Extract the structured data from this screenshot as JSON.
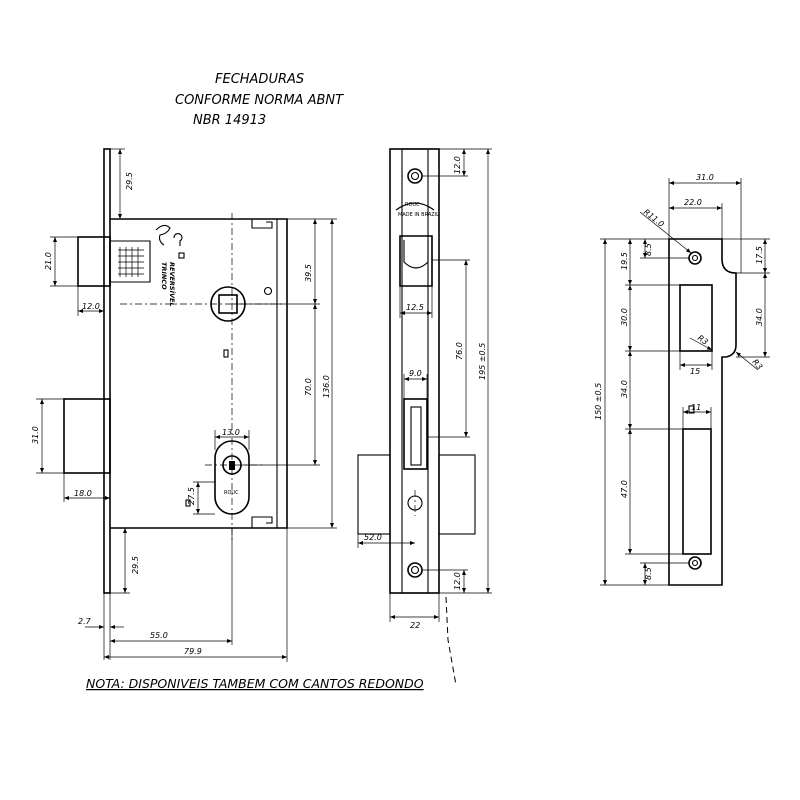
{
  "title": {
    "line1": "FECHADURAS",
    "line2": "CONFORME NORMA ABNT",
    "line3": "NBR 14913"
  },
  "note": "NOTA: DISPONIVEIS TAMBEM COM CANTOS REDONDO",
  "body_labels": {
    "trinco": "TRINCO",
    "reversivel": "REVERSÍVEL"
  },
  "brand": {
    "name": "ROUC",
    "made_in": "MADE IN BRAZIL"
  },
  "side_view_dims": {
    "d_29_5_top": "29.5",
    "d_21_0": "21.0",
    "d_12_0": "12.0",
    "d_39_5": "39.5",
    "d_136_0": "136.0",
    "d_70_0": "70.0",
    "d_31_0": "31.0",
    "d_18_0": "18.0",
    "d_13_0": "13.0",
    "d_27_5": "27.5",
    "d_29_5_bottom": "29.5",
    "d_2_7": "2.7",
    "d_55_0": "55.0",
    "d_79_9": "79.9"
  },
  "front_view_dims": {
    "d_12_0_top": "12.0",
    "d_12_5": "12.5",
    "d_76_0": "76.0",
    "d_195": "195 ±0.5",
    "d_9_0": "9.0",
    "d_52_0": "52.0",
    "d_12_0_bottom": "12.0",
    "d_22": "22"
  },
  "strike_view_dims": {
    "d_31_0": "31.0",
    "d_22_0": "22.0",
    "d_r11_0": "R11.0",
    "d_8_5_top": "8.5",
    "d_19_5": "19.5",
    "d_17_5": "17.5",
    "d_30_0": "30.0",
    "d_34_0_right": "34.0",
    "d_r3_left": "R3",
    "d_r3_right": "R3",
    "d_15": "15",
    "d_150": "150 ±0.5",
    "d_34_0_left": "34.0",
    "d_11": "11",
    "d_47_0": "47.0",
    "d_8_5_bottom": "8.5"
  }
}
